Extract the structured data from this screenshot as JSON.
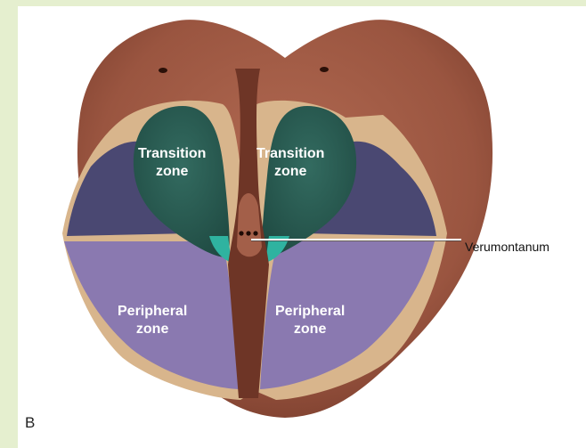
{
  "figure": {
    "panel_letter": "B",
    "labels": {
      "transition_left": [
        "Transition",
        "zone"
      ],
      "transition_right": [
        "Transition",
        "zone"
      ],
      "peripheral_left": [
        "Peripheral",
        "zone"
      ],
      "peripheral_right": [
        "Peripheral",
        "zone"
      ],
      "verumontanum": "Verumontanum"
    },
    "colors": {
      "background": "#e5efcf",
      "gland": "#9a5540",
      "capsule_tan": "#d8b58c",
      "transition_zone": "#2a5a50",
      "peripheral_zone": "#8a79b0",
      "central_zone": "#4a4872",
      "verumontanum_teal": "#2fb3a0",
      "urethra": "#6e3526"
    }
  }
}
